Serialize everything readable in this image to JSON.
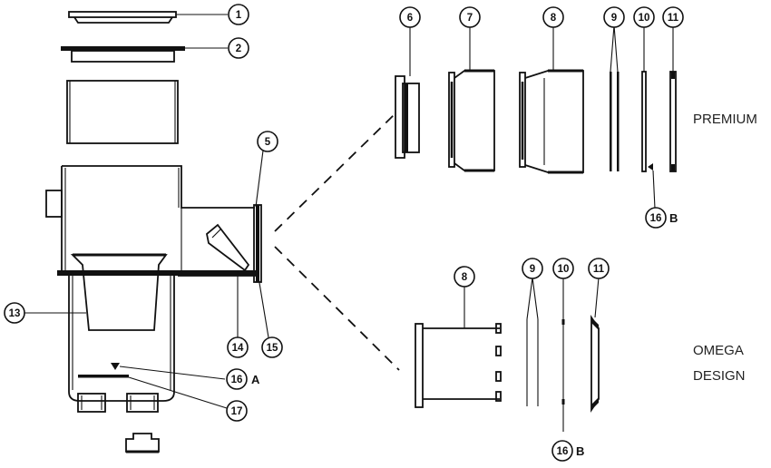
{
  "variants": {
    "premium": "PREMIUM",
    "omega": [
      "OMEGA",
      "DESIGN"
    ]
  },
  "callouts": {
    "c1": "1",
    "c2": "2",
    "c5": "5",
    "c6": "6",
    "c7": "7",
    "c8": "8",
    "c9": "9",
    "c10": "10",
    "c11": "11",
    "c16b_top": "16",
    "c13": "13",
    "c14": "14",
    "c15": "15",
    "c16a": "16",
    "c17": "17",
    "o8": "8",
    "o9": "9",
    "o10": "10",
    "o11": "11",
    "o16b": "16"
  },
  "suffixes": {
    "a": "A",
    "b_top": "B",
    "b_bottom": "B"
  }
}
